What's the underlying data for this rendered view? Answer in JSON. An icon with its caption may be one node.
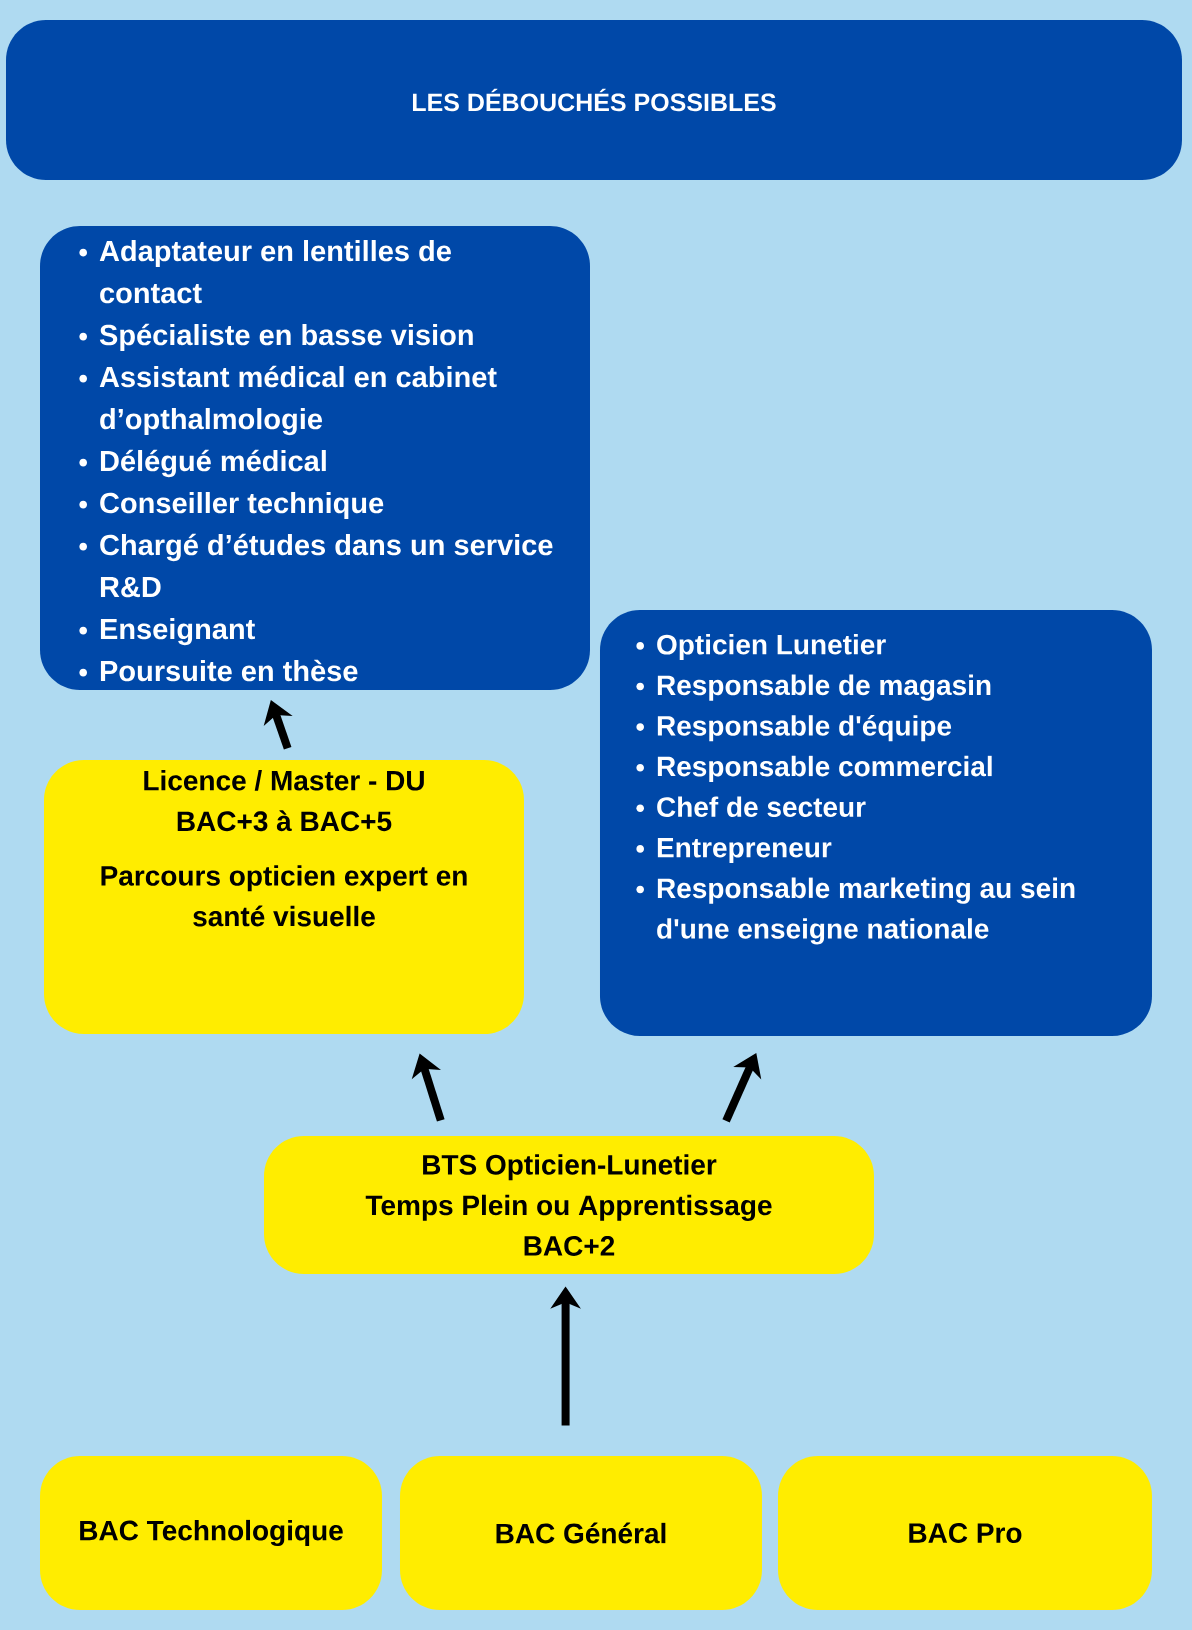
{
  "diagram": {
    "nodes": [
      {
        "text": [
          "LES DÉBOUCHÉS POSSIBLES"
        ]
      },
      {
        "text": [
          "Adaptateur en lentilles de contact",
          "Spécialiste en basse vision",
          "Assistant médical en cabinet d’opthalmologie",
          "Délégué médical",
          "Conseiller technique",
          "Chargé d’études dans un service R&D",
          "Enseignant",
          "Poursuite en thèse"
        ]
      },
      {
        "text": [
          "Opticien Lunetier",
          "Responsable de magasin",
          "Responsable d'équipe",
          "Responsable commercial",
          "Chef de secteur",
          "Entrepreneur",
          "Responsable marketing au sein d'une enseigne nationale"
        ]
      },
      {
        "text": [
          "Licence / Master - DU",
          "BAC+3 à BAC+5",
          "Parcours opticien expert en santé visuelle"
        ]
      },
      {
        "text": [
          "BTS Opticien-Lunetier",
          "Temps Plein ou Apprentissage",
          "BAC+2"
        ]
      },
      {
        "text": [
          "BAC Technologique"
        ]
      },
      {
        "text": [
          "BAC Général"
        ]
      },
      {
        "text": [
          "BAC Pro"
        ]
      }
    ],
    "edges": [
      {
        "from": 3,
        "to": 1,
        "arrow": "to"
      },
      {
        "from": 4,
        "to": 3,
        "arrow": "to"
      },
      {
        "from": 4,
        "to": 2,
        "arrow": "to"
      },
      {
        "from": 6,
        "to": 4,
        "arrow": "to"
      }
    ]
  }
}
